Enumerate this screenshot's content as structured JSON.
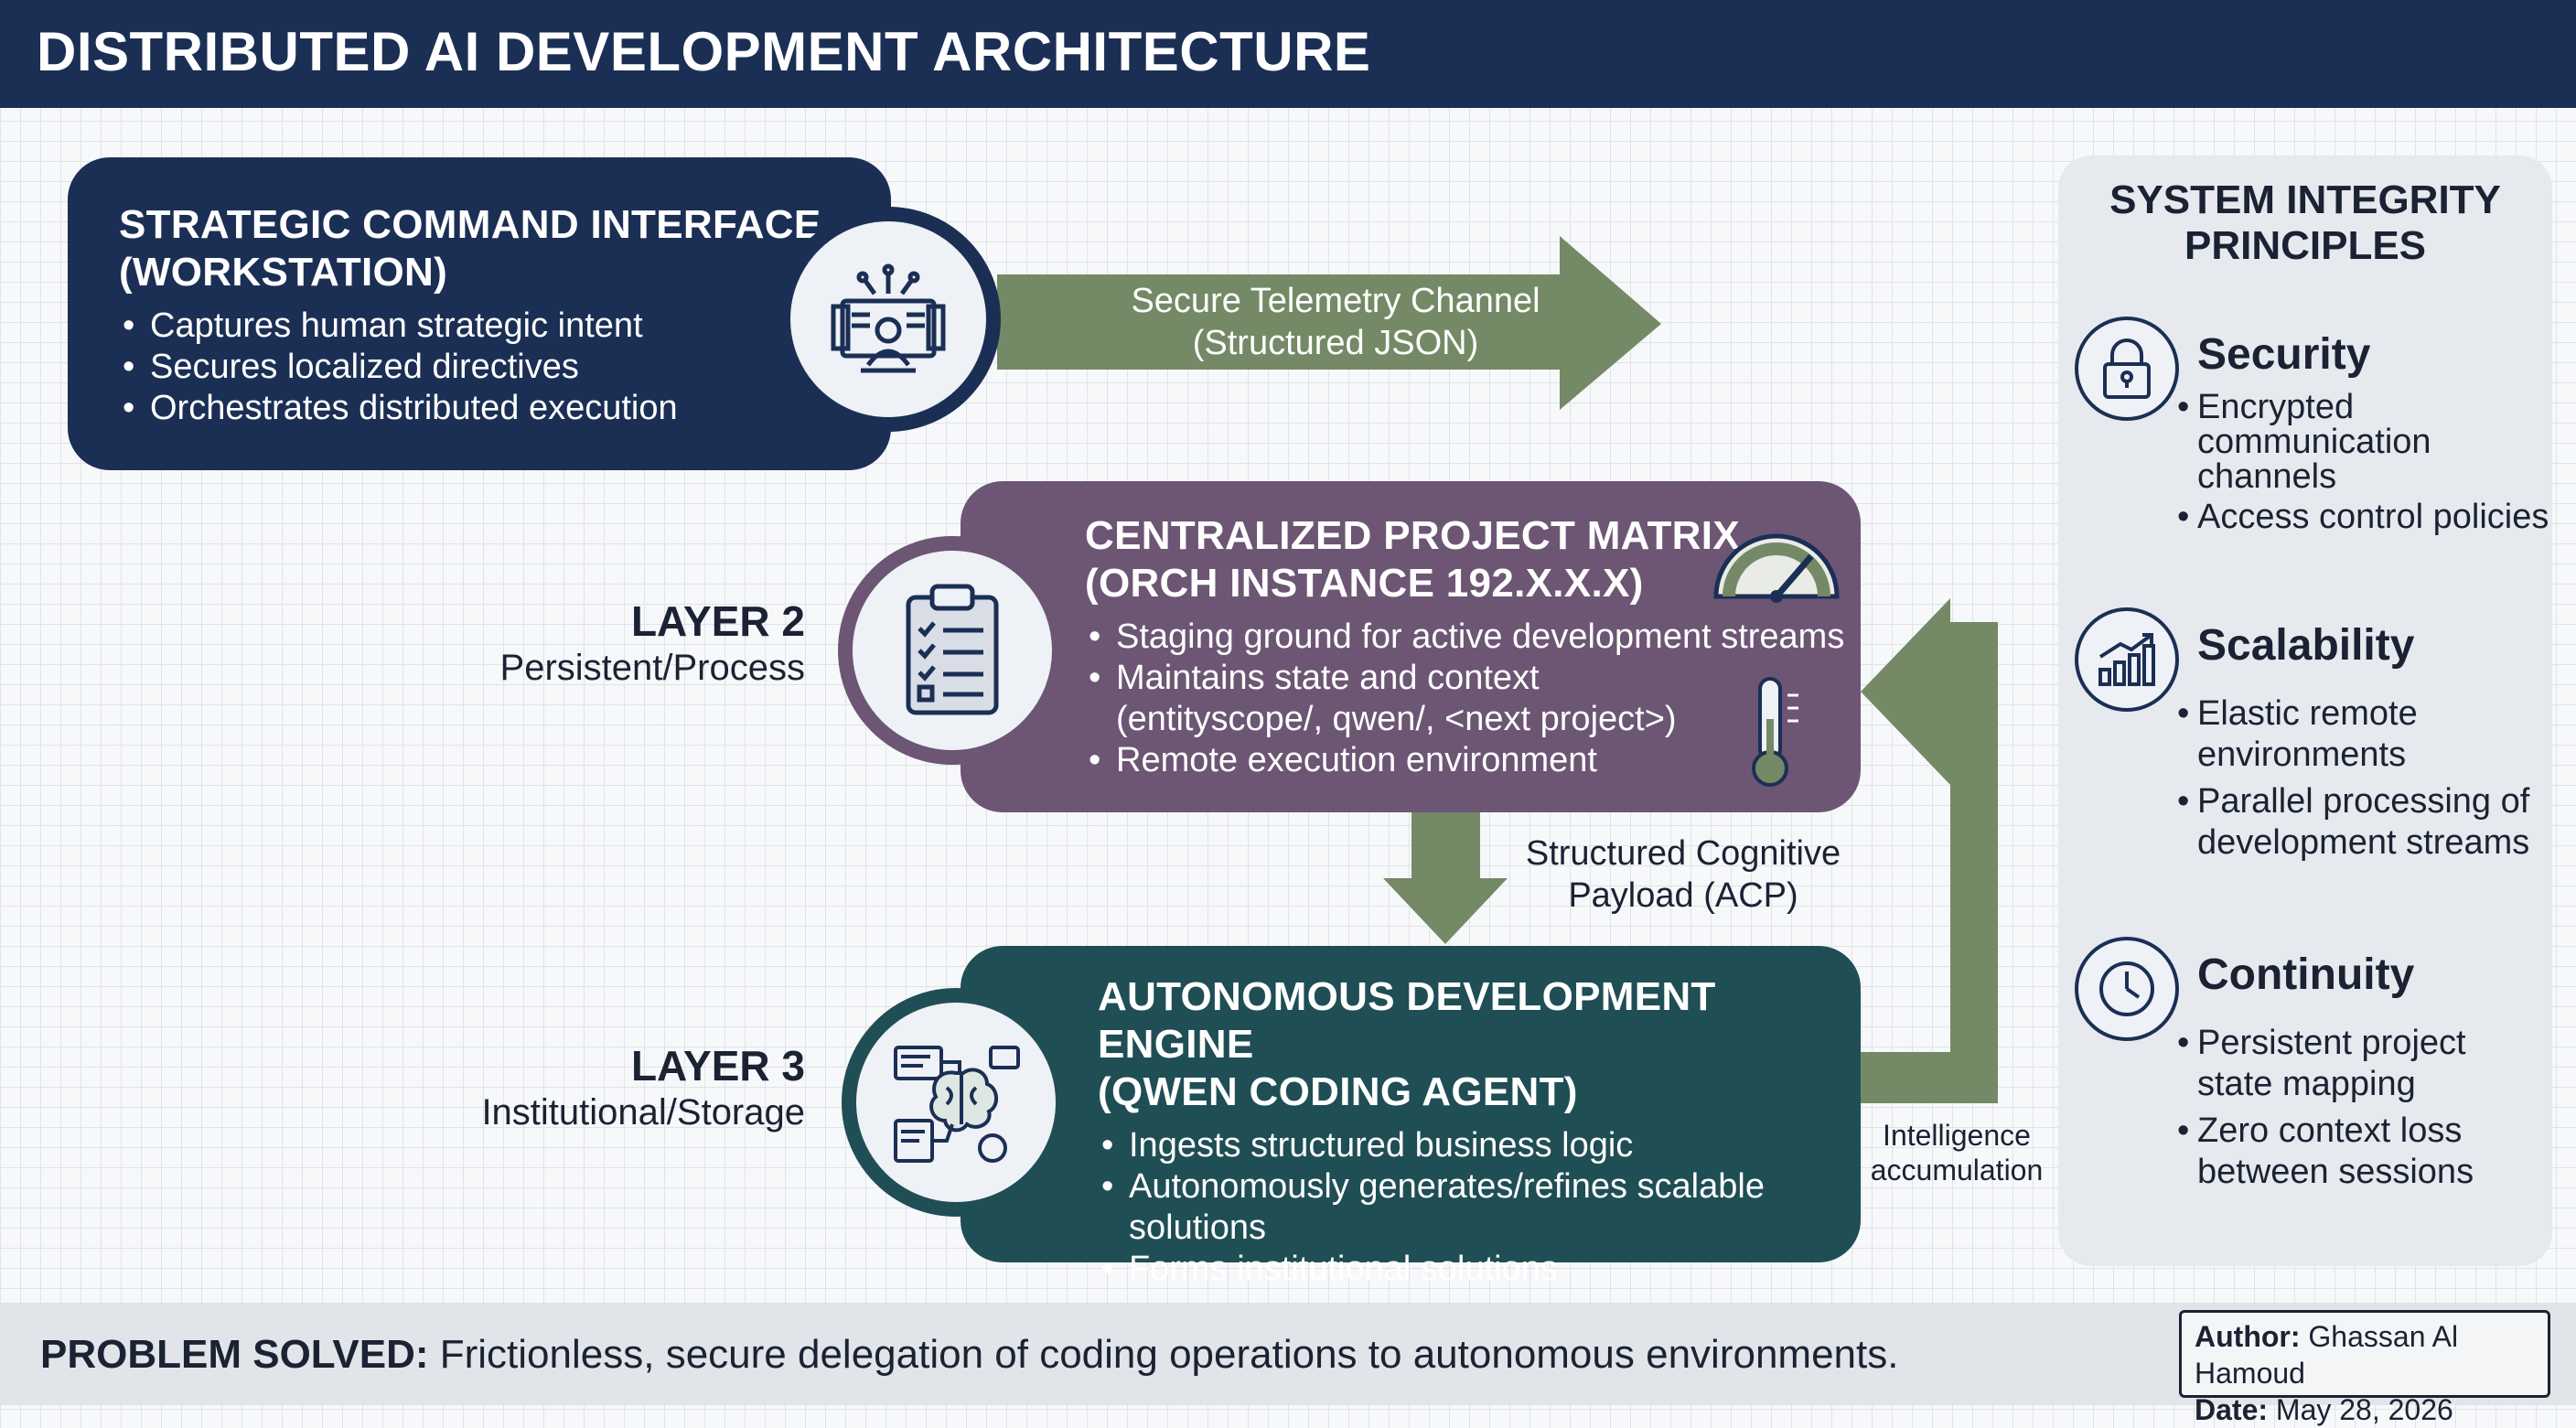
{
  "header": {
    "title": "DISTRIBUTED AI DEVELOPMENT ARCHITECTURE"
  },
  "layer1": {
    "title_line1": "STRATEGIC COMMAND INTERFACE",
    "title_line2": "(WORKSTATION)",
    "bullets": [
      "Captures human strategic intent",
      "Secures localized directives",
      "Orchestrates distributed execution"
    ],
    "icon": "workstation-operator-icon"
  },
  "telemetry_arrow": {
    "line1": "Secure Telemetry Channel",
    "line2": "(Structured JSON)"
  },
  "layer2": {
    "side_label": "LAYER 2",
    "side_desc": "Persistent/Process",
    "title_line1": "CENTRALIZED PROJECT MATRIX",
    "title_line2": "(ORCH INSTANCE 192.X.X.X)",
    "bullets": [
      "Staging ground for active development streams",
      "Maintains state and context",
      "(entityscope/, qwen/, <next project>)",
      "Remote execution environment"
    ],
    "icon": "clipboard-checklist-icon",
    "extra_icons": [
      "gauge-icon",
      "thermometer-icon"
    ]
  },
  "payload_arrow": {
    "line1": "Structured Cognitive",
    "line2": "Payload (ACP)"
  },
  "layer3": {
    "side_label": "LAYER 3",
    "side_desc": "Institutional/Storage",
    "title_line1": "AUTONOMOUS DEVELOPMENT ENGINE",
    "title_line2": "(QWEN CODING AGENT)",
    "bullets": [
      "Ingests structured business logic",
      "Autonomously generates/refines scalable",
      "solutions",
      "Forms institutional solutions"
    ],
    "icon": "brain-code-icon"
  },
  "feedback_arrow": {
    "line1": "Intelligence",
    "line2": "accumulation"
  },
  "principles": {
    "title_line1": "SYSTEM INTEGRITY",
    "title_line2": "PRINCIPLES",
    "security": {
      "name": "Security",
      "icon": "padlock-icon",
      "b1_l1": "Encrypted",
      "b1_l2": "communication",
      "b1_l3": "channels",
      "b2": "Access control policies"
    },
    "scalability": {
      "name": "Scalability",
      "icon": "growth-chart-icon",
      "b1_l1": "Elastic remote",
      "b1_l2": "environments",
      "b2_l1": "Parallel processing of",
      "b2_l2": "development streams"
    },
    "continuity": {
      "name": "Continuity",
      "icon": "clock-icon",
      "b1_l1": "Persistent project",
      "b1_l2": "state mapping",
      "b2_l1": "Zero context loss",
      "b2_l2": "between sessions"
    }
  },
  "footer": {
    "label": "PROBLEM SOLVED:",
    "text": " Frictionless, secure delegation of coding operations to autonomous environments.",
    "author_label": "Author:",
    "author": " Ghassan Al Hamoud",
    "date_label": "Date:",
    "date": " May 28, 2026"
  },
  "colors": {
    "navy": "#1b2f55",
    "purple": "#6c5674",
    "teal": "#1f4e55",
    "arrow_green": "#748a66"
  }
}
